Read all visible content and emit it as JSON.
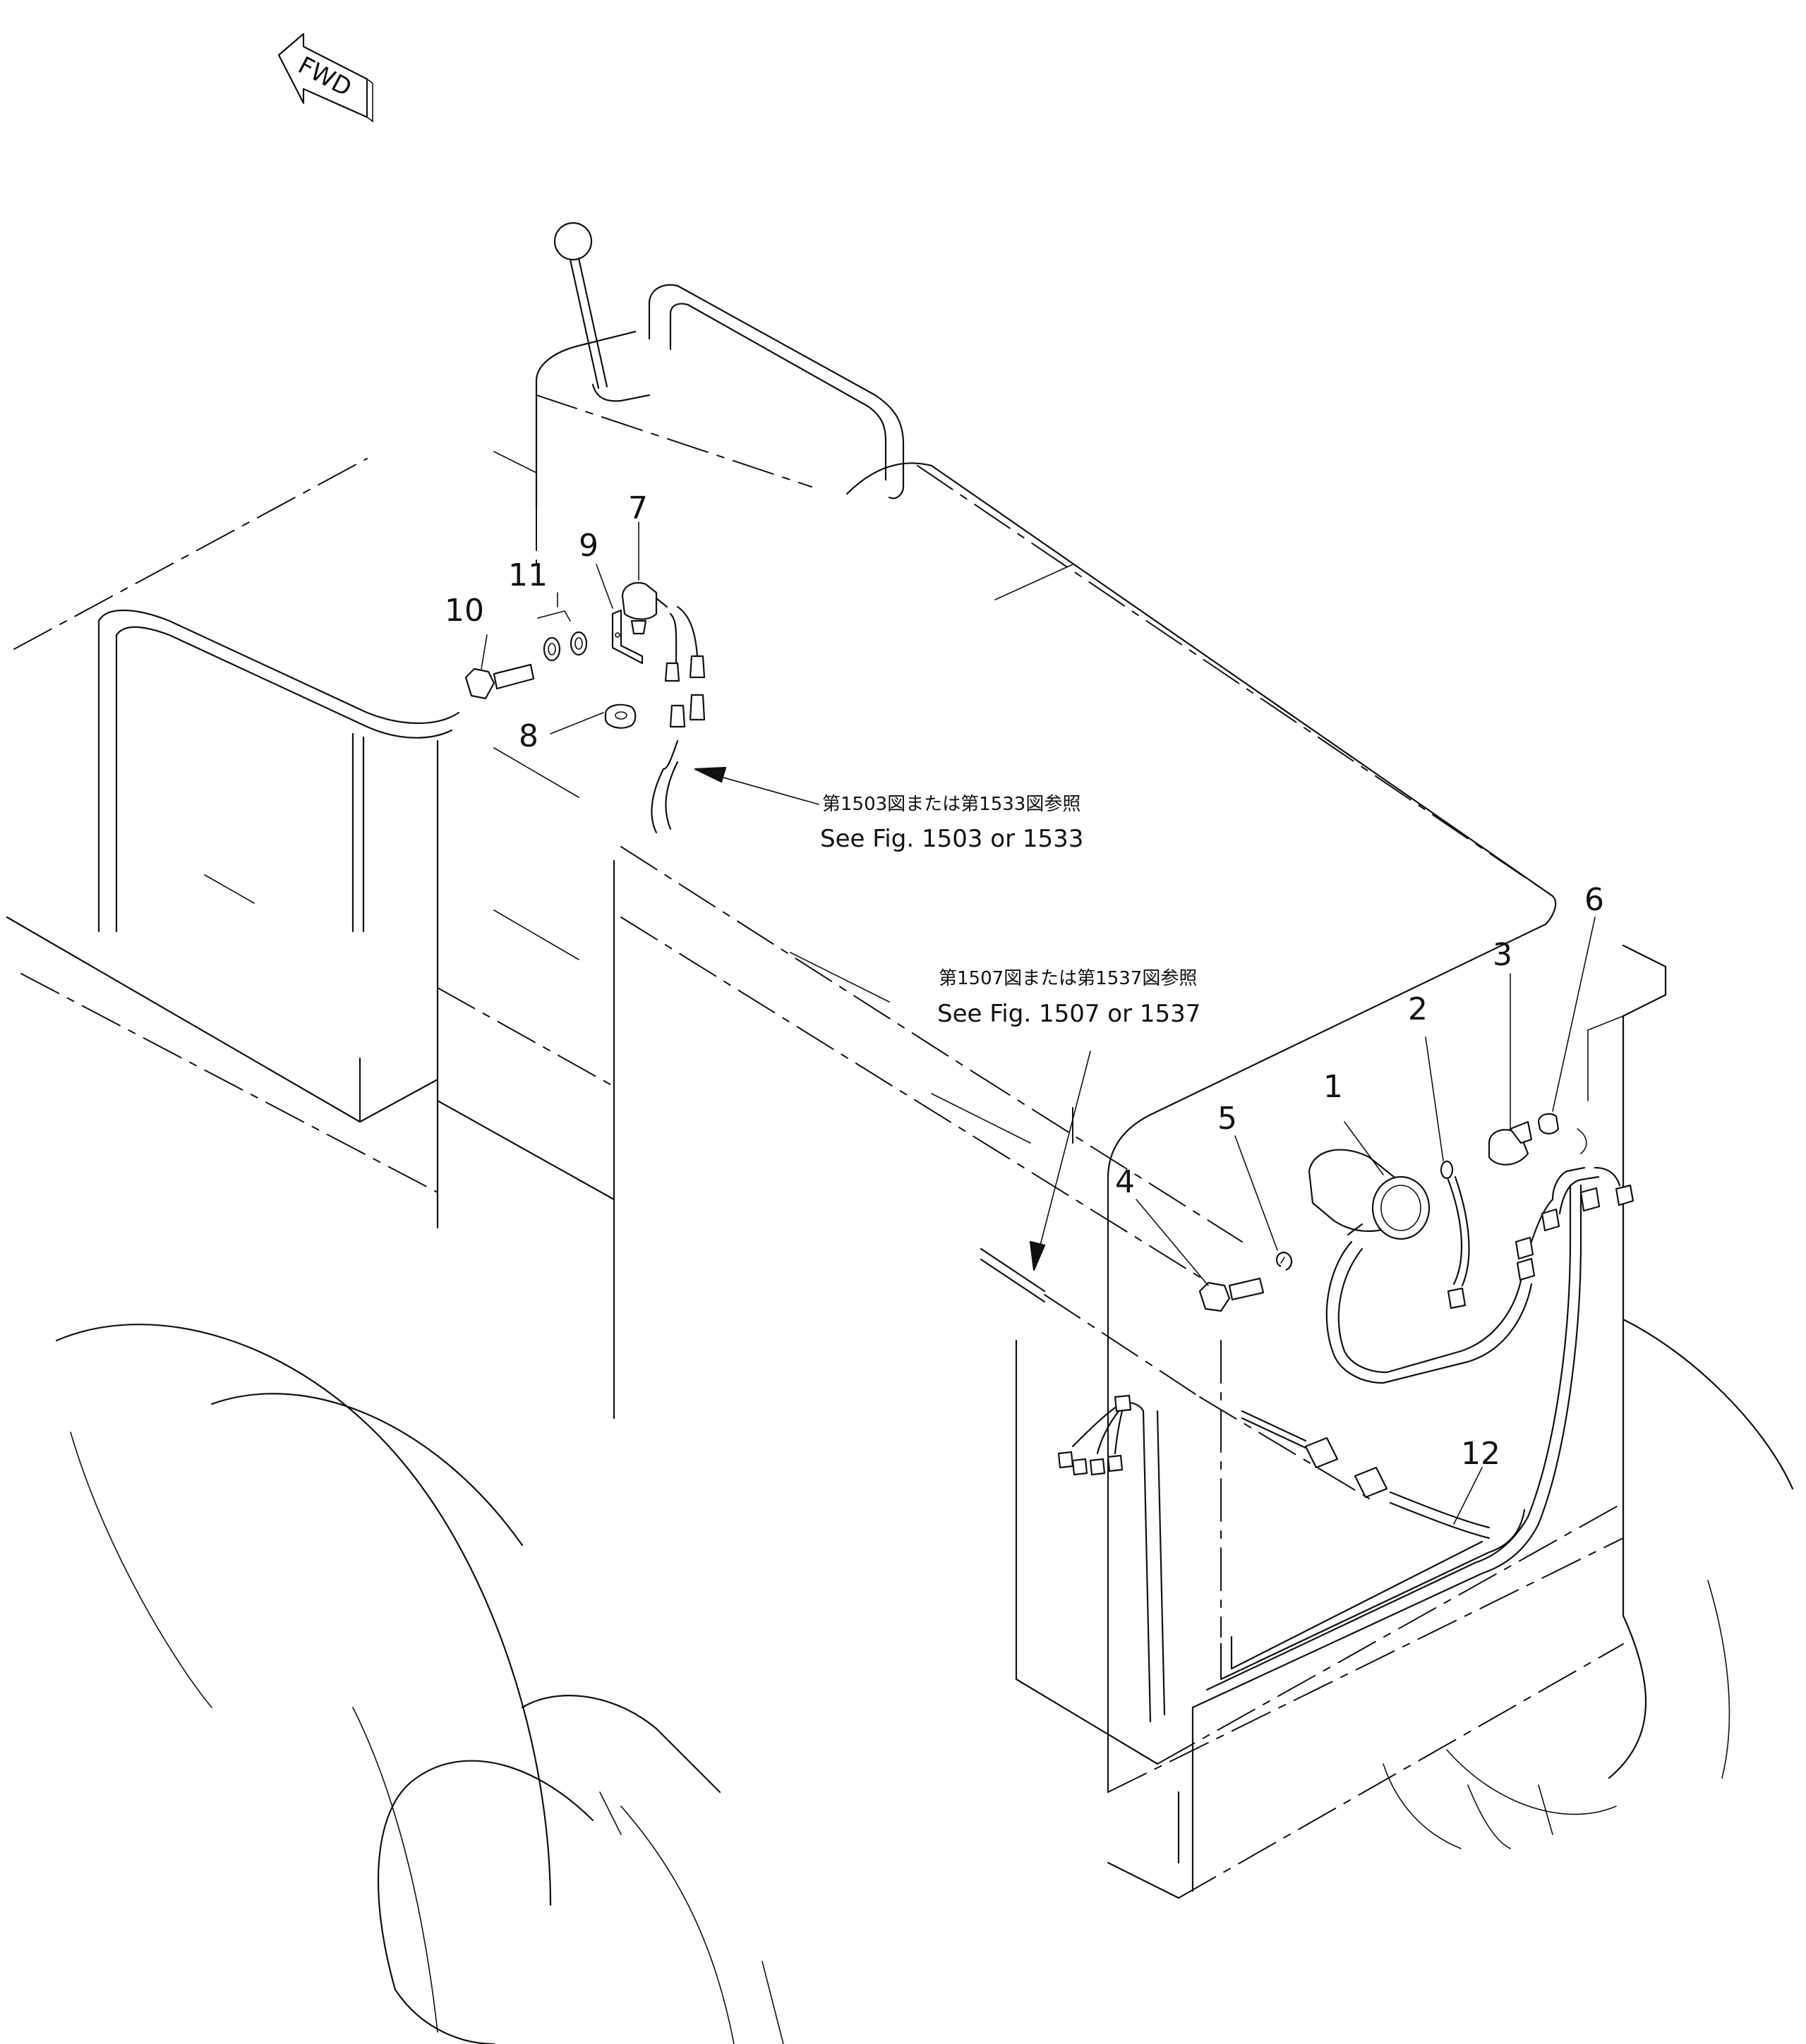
{
  "fwd_label": "FWD",
  "callouts": [
    {
      "id": "1",
      "label": "1"
    },
    {
      "id": "2",
      "label": "2"
    },
    {
      "id": "3",
      "label": "3"
    },
    {
      "id": "4",
      "label": "4"
    },
    {
      "id": "5",
      "label": "5"
    },
    {
      "id": "6",
      "label": "6"
    },
    {
      "id": "7",
      "label": "7"
    },
    {
      "id": "8",
      "label": "8"
    },
    {
      "id": "9",
      "label": "9"
    },
    {
      "id": "10",
      "label": "10"
    },
    {
      "id": "11",
      "label": "11"
    },
    {
      "id": "12",
      "label": "12"
    }
  ],
  "references": [
    {
      "jp": "第1503図または第1533図参照",
      "en": "See Fig. 1503 or 1533"
    },
    {
      "jp": "第1507図または第1537図参照",
      "en": "See Fig. 1507 or 1537"
    }
  ]
}
